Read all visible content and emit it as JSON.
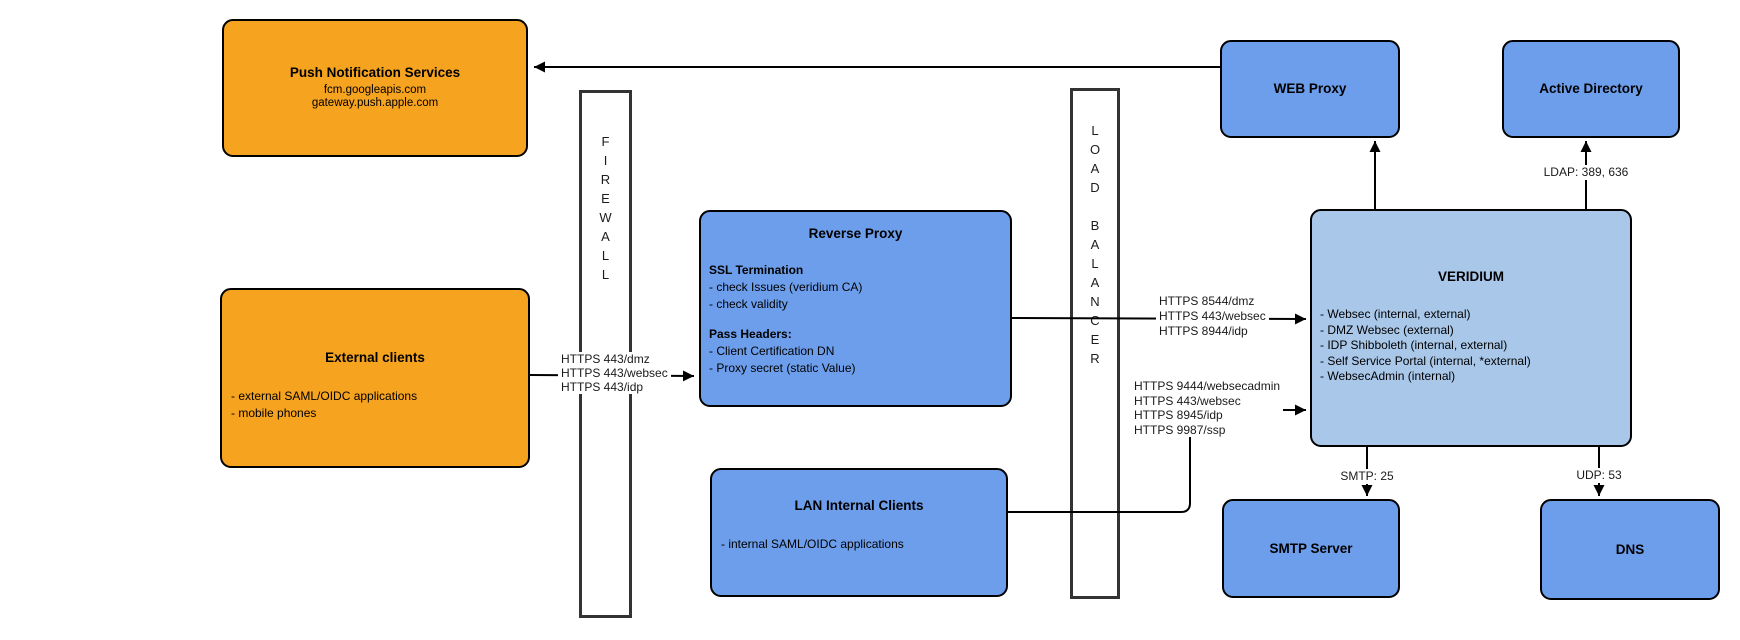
{
  "diagram_title": "Veridium network architecture diagram",
  "colors": {
    "orange": "#F6A320",
    "blue": "#6D9EEB",
    "light_blue": "#A9C7E9",
    "border": "#000000",
    "barrier_border": "#333333"
  },
  "nodes": {
    "push": {
      "title": "Push Notification Services",
      "lines": [
        "fcm.googleapis.com",
        "gateway.push.apple.com"
      ]
    },
    "external": {
      "title": "External clients",
      "bullets": [
        "- external SAML/OIDC applications",
        "- mobile phones"
      ]
    },
    "firewall": {
      "label": "FIREWALL"
    },
    "reverse_proxy": {
      "title": "Reverse Proxy",
      "sections": [
        {
          "heading": "SSL Termination",
          "items": [
            "- check Issues (veridium CA)",
            "- check validity"
          ]
        },
        {
          "heading": "Pass Headers:",
          "items": [
            "- Client Certification DN",
            "- Proxy secret (static Value)"
          ]
        }
      ]
    },
    "lan": {
      "title": "LAN Internal Clients",
      "bullets": [
        "- internal SAML/OIDC applications"
      ]
    },
    "load_balancer": {
      "label": "LOAD BALANCER"
    },
    "web_proxy": {
      "title": "WEB Proxy"
    },
    "active_directory": {
      "title": "Active Directory"
    },
    "veridium": {
      "title": "VERIDIUM",
      "services": [
        "- Websec (internal, external)",
        "- DMZ Websec (external)",
        "- IDP Shibboleth (internal, external)",
        "- Self Service Portal (internal, *external)",
        "- WebsecAdmin (internal)"
      ]
    },
    "smtp": {
      "title": "SMTP Server"
    },
    "dns": {
      "title": "DNS"
    }
  },
  "edge_labels": {
    "external_to_reverse_proxy": [
      "HTTPS 443/dmz",
      "HTTPS 443/websec",
      "HTTPS 443/idp"
    ],
    "reverse_proxy_to_veridium": [
      "HTTPS 8544/dmz",
      "HTTPS 443/websec",
      "HTTPS 8944/idp"
    ],
    "lan_to_veridium": [
      "HTTPS 9444/websecadmin",
      "HTTPS 443/websec",
      "HTTPS 8945/idp",
      "HTTPS 9987/ssp"
    ],
    "veridium_to_active_directory": "LDAP: 389, 636",
    "veridium_to_smtp": "SMTP: 25",
    "veridium_to_dns": "UDP: 53"
  }
}
